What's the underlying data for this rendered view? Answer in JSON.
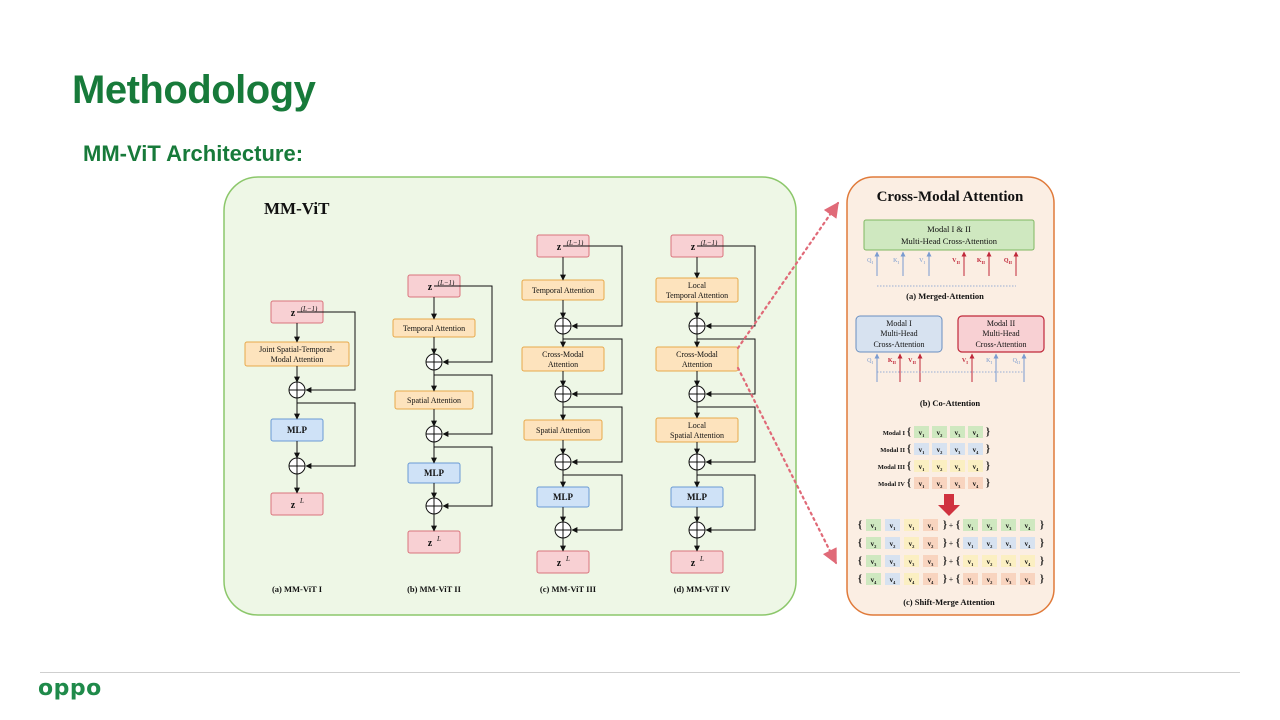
{
  "slide": {
    "title": "Methodology",
    "subtitle": "MM-ViT Architecture:",
    "logo": "oppo"
  },
  "mmvit_panel": {
    "title": "MM-ViT",
    "zin": "z",
    "zin_sup": "(L−1)",
    "zout_sup": "L",
    "mlp": "MLP",
    "variants": {
      "v1": {
        "caption": "(a) MM-ViT I",
        "block1_line1": "Joint Spatial-Temporal-",
        "block1_line2": "Modal Attention"
      },
      "v2": {
        "caption": "(b) MM-ViT II",
        "block1": "Temporal Attention",
        "block2": "Spatial Attention"
      },
      "v3": {
        "caption": "(c) MM-ViT III",
        "block1": "Temporal Attention",
        "block2_line1": "Cross-Modal",
        "block2_line2": "Attention",
        "block3": "Spatial Attention"
      },
      "v4": {
        "caption": "(d) MM-ViT IV",
        "block1_line1": "Local",
        "block1_line2": "Temporal Attention",
        "block2_line1": "Cross-Modal",
        "block2_line2": "Attention",
        "block3_line1": "Local",
        "block3_line2": "Spatial Attention"
      }
    }
  },
  "cross_modal_panel": {
    "title": "Cross-Modal Attention",
    "merged": {
      "box_line1": "Modal I & II",
      "box_line2": "Multi-Head Cross-Attention",
      "caption": "(a) Merged-Attention",
      "labels": [
        "Q",
        "K",
        "V",
        "V",
        "K",
        "Q"
      ],
      "subs": [
        "I",
        "I",
        "I",
        "II",
        "II",
        "II"
      ]
    },
    "co": {
      "box1_line1": "Modal I",
      "box1_line2": "Multi-Head",
      "box1_line3": "Cross-Attention",
      "box2_line1": "Modal II",
      "box2_line2": "Multi-Head",
      "box2_line3": "Cross-Attention",
      "caption": "(b) Co-Attention",
      "labels": [
        "Q",
        "K",
        "V",
        "V",
        "K",
        "Q"
      ],
      "subs": [
        "I",
        "II",
        "II",
        "I",
        "I",
        "II"
      ]
    },
    "shift_merge": {
      "caption": "(c) Shift-Merge Attention",
      "modal_labels": [
        "Modal I",
        "Modal II",
        "Modal III",
        "Modal IV"
      ],
      "token_symbol": "v",
      "plus": "+"
    }
  },
  "colors": {
    "title_green": "#177a3a",
    "mmvit_bg": "#eef7e6",
    "mmvit_border": "#8cc76b",
    "cross_bg": "#fbeee3",
    "cross_border": "#e07a3a",
    "z_box": "#f8d0d3",
    "z_border": "#d9737c",
    "attn_box": "#fde3bd",
    "attn_border": "#e8a84a",
    "mlp_box": "#cfe2f7",
    "mlp_border": "#6a9ad4",
    "modal1": "#cfe8c0",
    "modal2": "#d7e2f0",
    "modal3": "#fbefc2",
    "modal4": "#f8d4bf",
    "dotted_arrow": "#e06a78"
  }
}
